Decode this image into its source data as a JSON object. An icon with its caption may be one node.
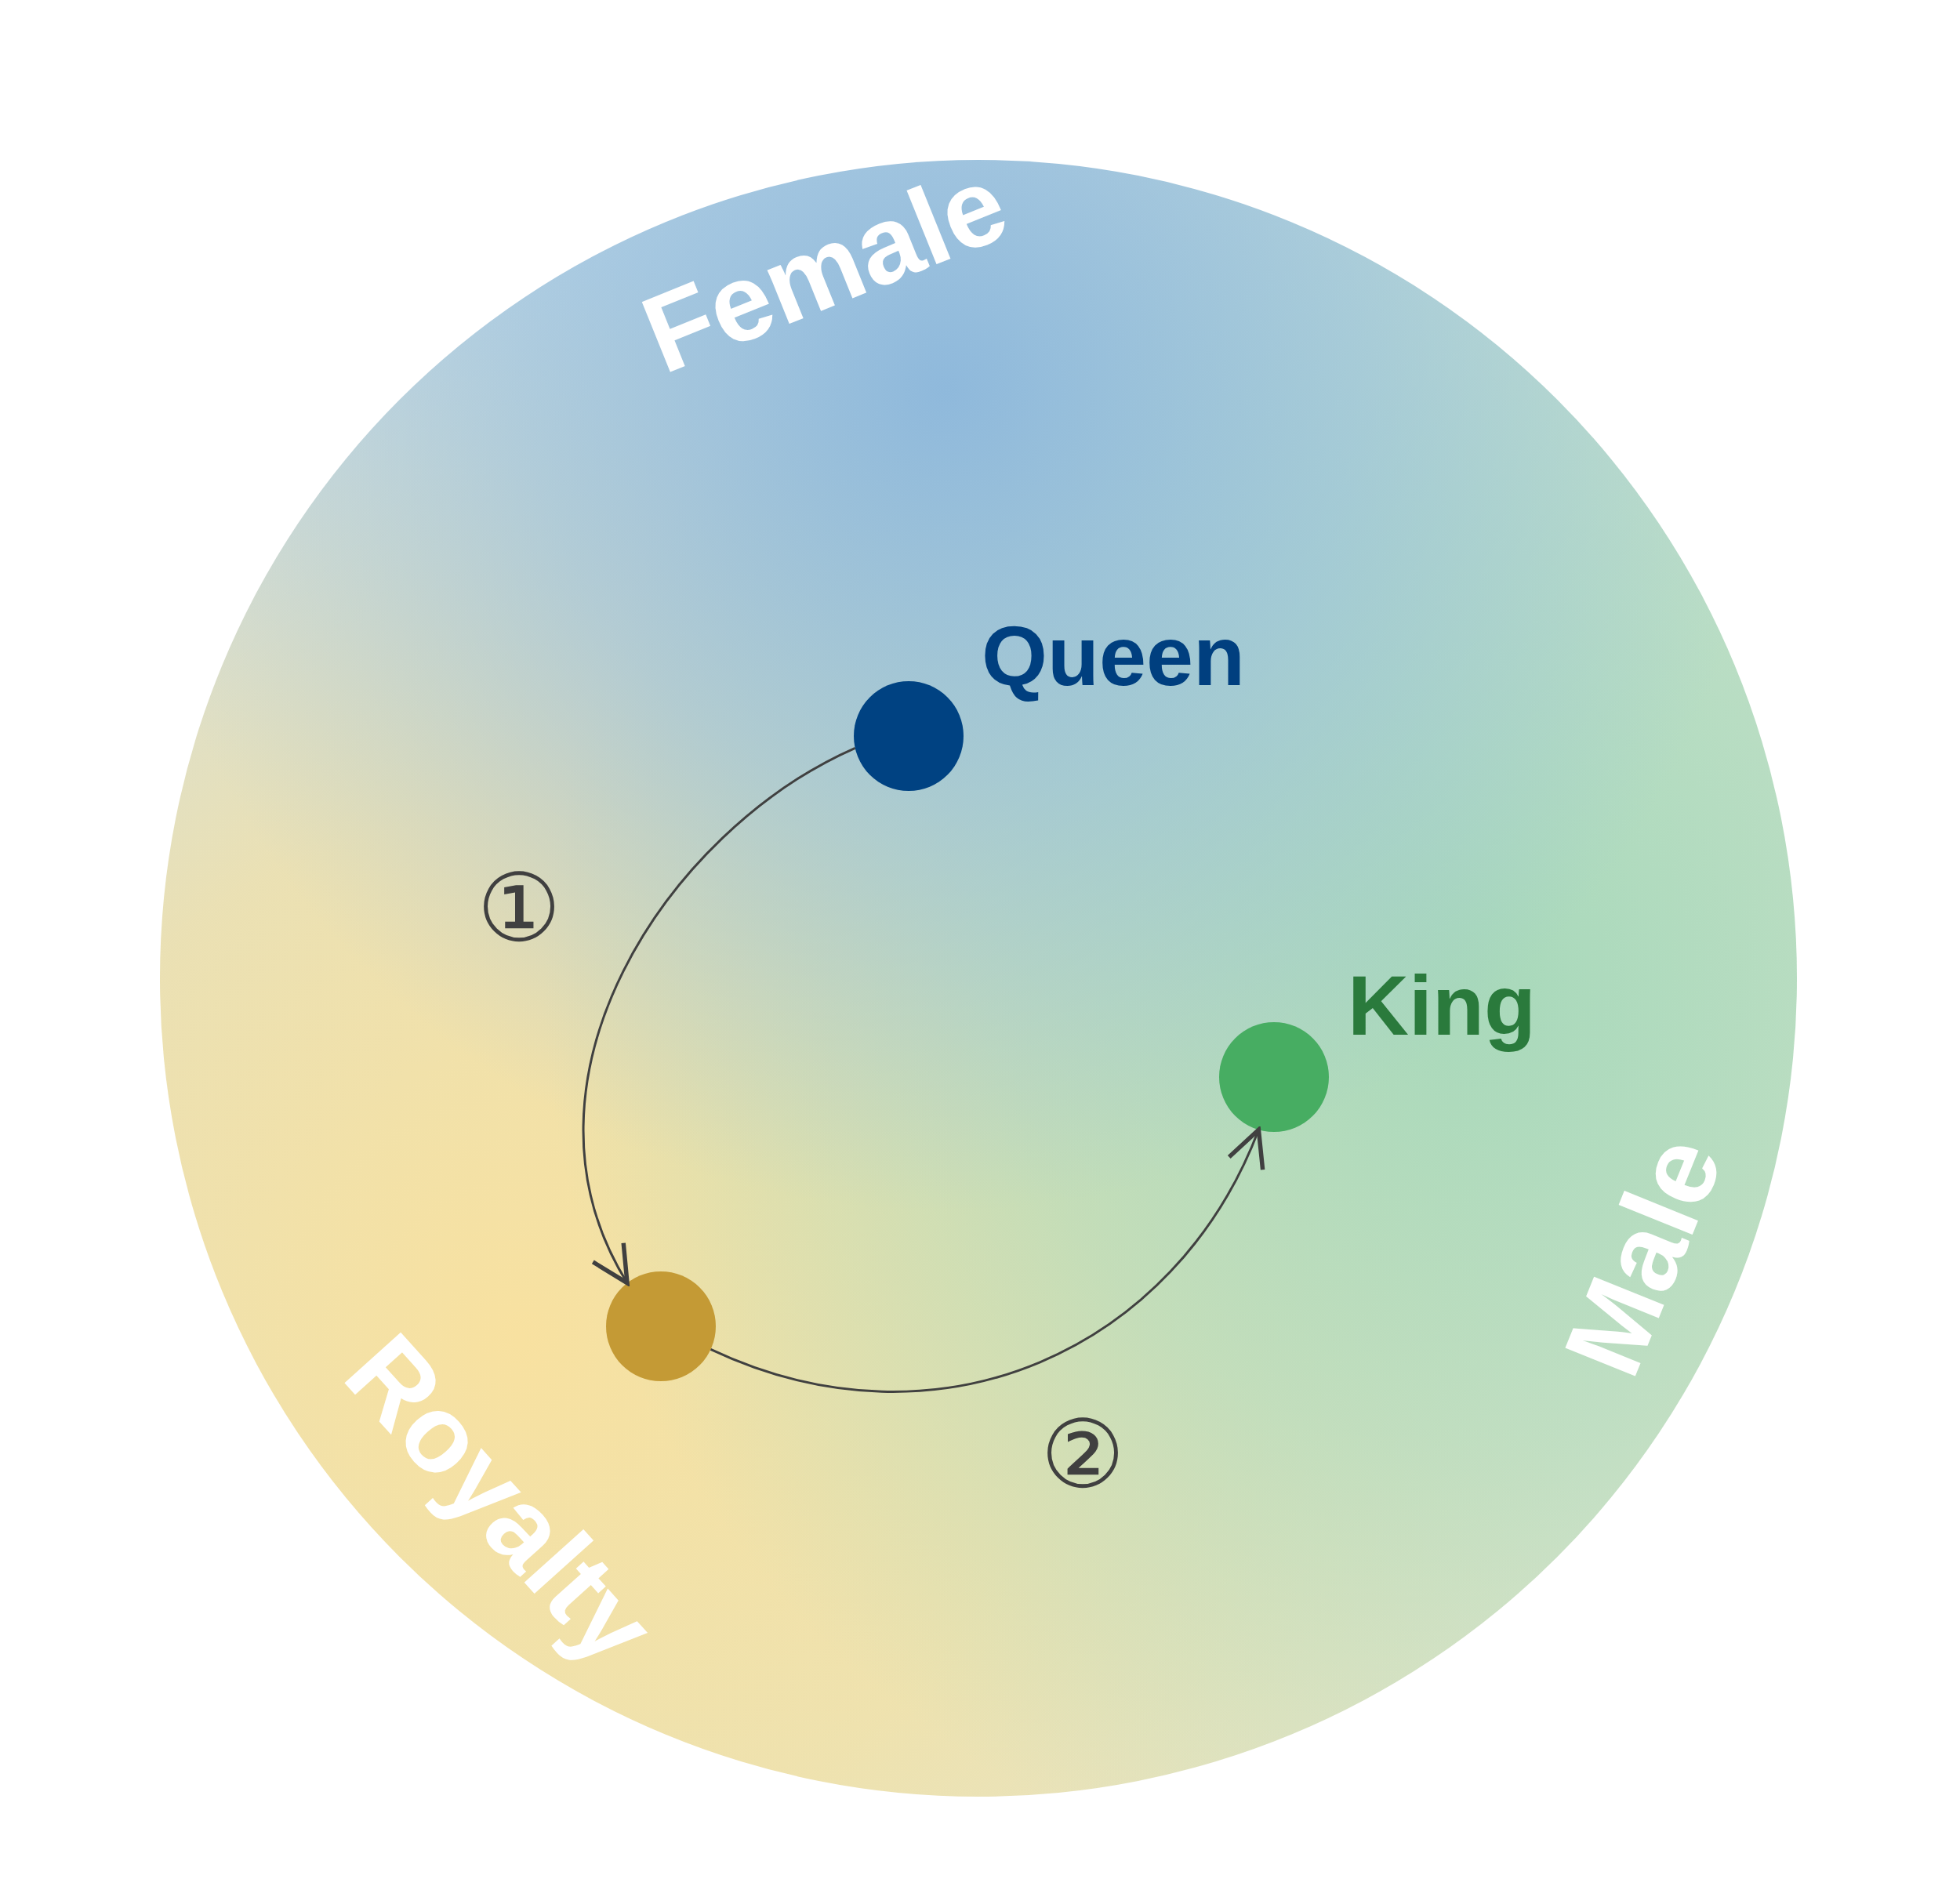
{
  "diagram": {
    "nodes": [
      {
        "text": [
          "Female",
          "Male",
          "Royalty"
        ]
      },
      {
        "text": [
          "Queen"
        ],
        "in": 0
      },
      {
        "text": [
          "King"
        ],
        "in": 0
      },
      {
        "text": [],
        "shape": "circle",
        "in": 0
      }
    ],
    "edges": [
      {
        "from": 1,
        "to": 3,
        "arrow": "to",
        "label": "①"
      },
      {
        "from": 3,
        "to": 2,
        "arrow": "to",
        "label": "②"
      }
    ]
  }
}
